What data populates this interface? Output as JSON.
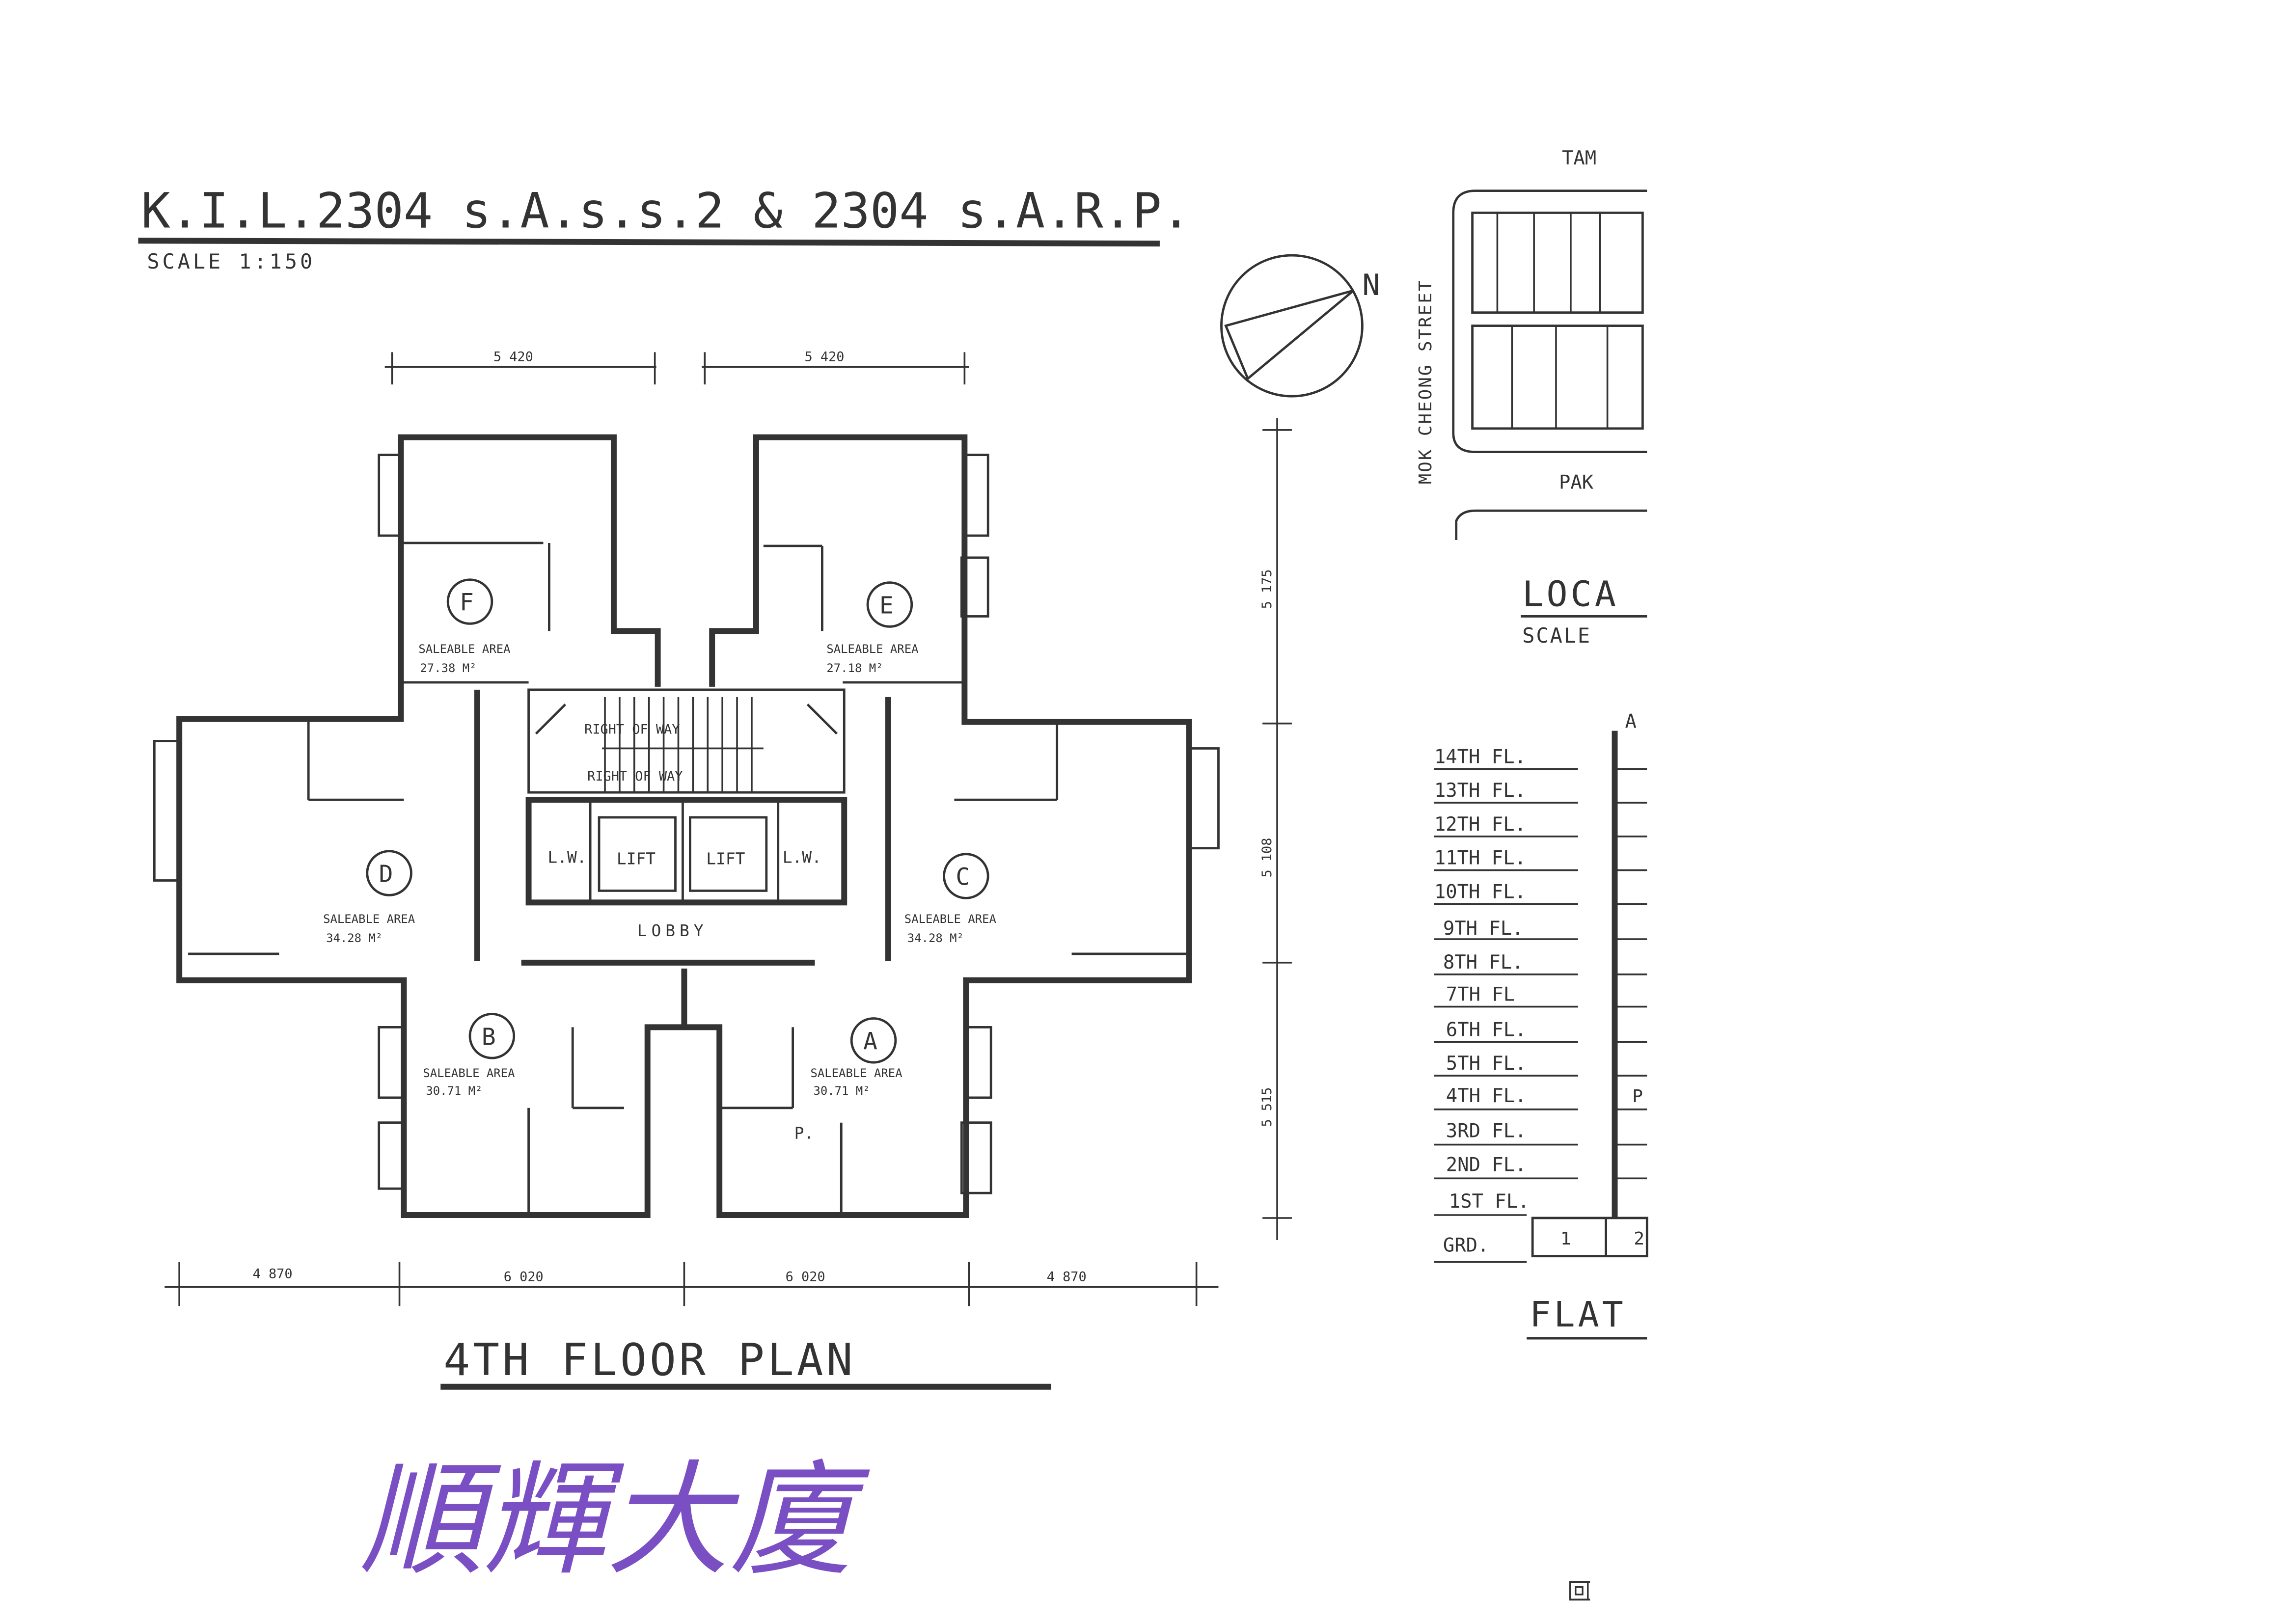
{
  "header": {
    "title": "K.I.L.2304 s.A.s.s.2 & 2304 s.A.R.P.",
    "scale": "SCALE   1:150"
  },
  "plan": {
    "title": "4TH   FLOOR   PLAN",
    "dims_top": [
      "5 420",
      "5 420"
    ],
    "dims_right": [
      "5 175",
      "5 108",
      "5 515"
    ],
    "dims_bottom": [
      "4 870",
      "6 020",
      "6 020",
      "4 870"
    ],
    "core": {
      "stair_text_1": "RIGHT OF WAY",
      "stair_text_2": "RIGHT OF WAY",
      "lw_left": "L.W.",
      "lift_left": "LIFT",
      "lift_right": "LIFT",
      "lw_right": "L.W.",
      "lobby": "LOBBY"
    },
    "flats": [
      {
        "letter": "F",
        "label": "SALEABLE  AREA",
        "area": "27.38 M²"
      },
      {
        "letter": "E",
        "label": "SALEABLE  AREA",
        "area": "27.18 M²"
      },
      {
        "letter": "D",
        "label": "SALEABLE  AREA",
        "area": "34.28 M²"
      },
      {
        "letter": "C",
        "label": "SALEABLE  AREA",
        "area": "34.28 M²"
      },
      {
        "letter": "B",
        "label": "SALEABLE  AREA",
        "area": "30.71 M²"
      },
      {
        "letter": "A",
        "label": "SALEABLE  AREA",
        "area": "30.71 M²"
      }
    ],
    "p_mark": "P."
  },
  "north": "N",
  "location": {
    "street_top": "TAM",
    "street_left": "MOK  CHEONG  STREET",
    "street_mid": "PAK",
    "title": "LOCA",
    "scale": "SCALE"
  },
  "flat_table": {
    "column_head": "A",
    "floors": [
      "14TH  FL.",
      "13TH  FL.",
      "12TH  FL.",
      "11TH  FL.",
      "10TH  FL.",
      "9TH  FL.",
      "8TH  FL.",
      "7TH  FL",
      "6TH  FL.",
      "5TH  FL.",
      "4TH  FL.",
      "3RD  FL.",
      "2ND  FL.",
      "1ST  FL.",
      "GRD."
    ],
    "marked_cell": "P",
    "ground_cells": [
      "1",
      "2"
    ],
    "title": "FLAT"
  },
  "handwritten": "順輝大廈",
  "corner_mark": "回"
}
